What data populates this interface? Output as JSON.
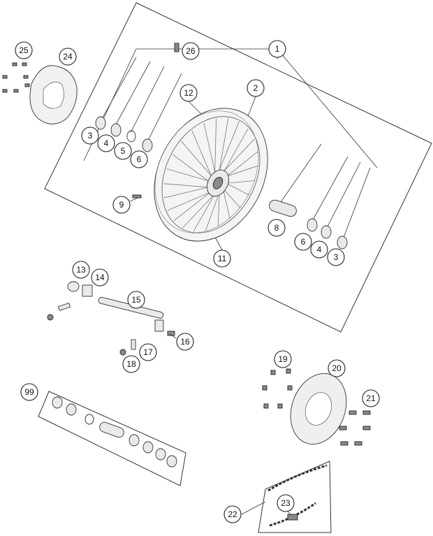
{
  "diagram": {
    "callouts": [
      "1",
      "2",
      "3",
      "4",
      "5",
      "6",
      "9",
      "12",
      "11",
      "8",
      "6",
      "4",
      "3",
      "25",
      "24",
      "26",
      "13",
      "14",
      "15",
      "16",
      "17",
      "18",
      "19",
      "20",
      "21",
      "99",
      "22",
      "23"
    ]
  }
}
